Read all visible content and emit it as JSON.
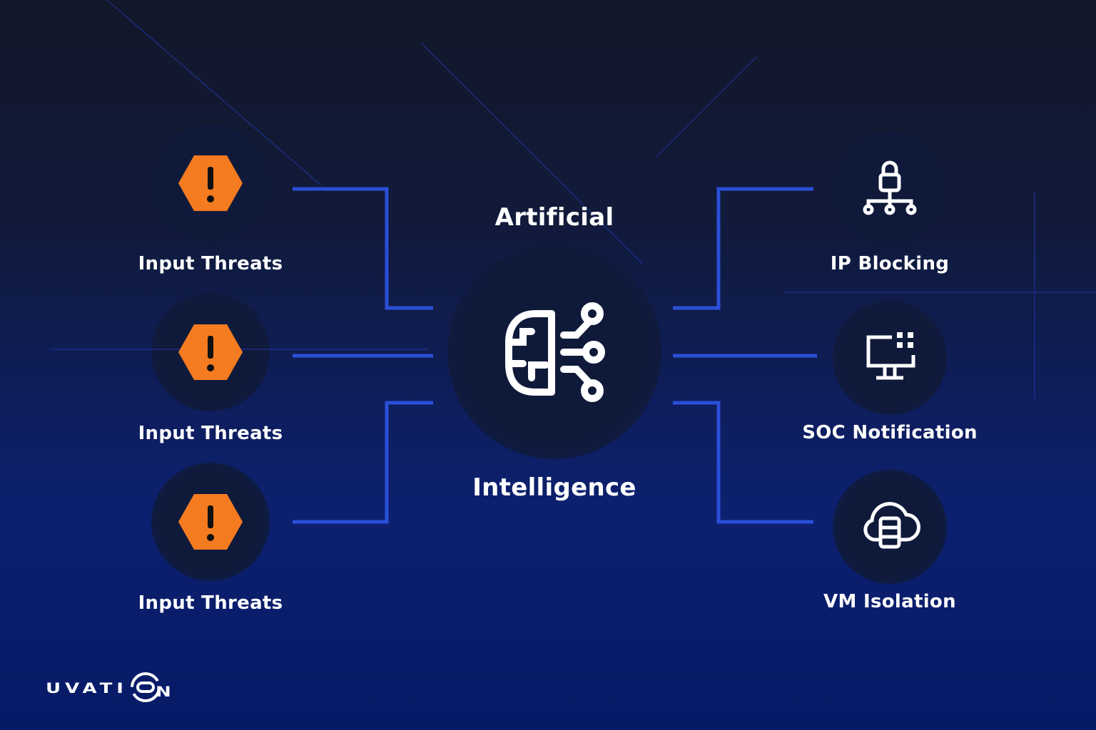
{
  "center": {
    "title_top": "Artificial",
    "title_bottom": "Intelligence",
    "icon": "brain-circuit-icon"
  },
  "inputs": [
    {
      "label": "Input Threats",
      "icon": "warning-hexagon-icon"
    },
    {
      "label": "Input Threats",
      "icon": "warning-hexagon-icon"
    },
    {
      "label": "Input Threats",
      "icon": "warning-hexagon-icon"
    }
  ],
  "outputs": [
    {
      "label": "IP Blocking",
      "icon": "lock-network-icon"
    },
    {
      "label": "SOC Notification",
      "icon": "monitor-grid-icon"
    },
    {
      "label": "VM Isolation",
      "icon": "cloud-database-icon"
    }
  ],
  "brand": {
    "logo": "UVATION"
  },
  "colors": {
    "warning": "#f47b20",
    "line": "#2a4fd8",
    "text": "#ffffff"
  }
}
